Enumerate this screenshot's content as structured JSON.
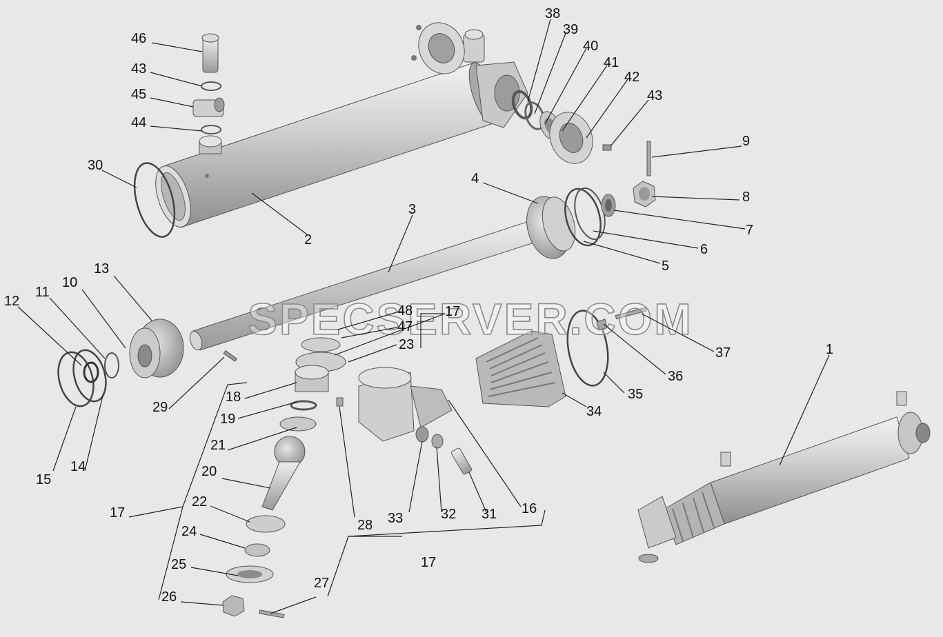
{
  "watermark": "SPECSERVER.COM",
  "labels": {
    "l1": "1",
    "l2": "2",
    "l3": "3",
    "l4": "4",
    "l5": "5",
    "l6": "6",
    "l7": "7",
    "l8": "8",
    "l9": "9",
    "l10": "10",
    "l11": "11",
    "l12": "12",
    "l13": "13",
    "l14": "14",
    "l15": "15",
    "l16": "16",
    "l17a": "17",
    "l17b": "17",
    "l17c": "17",
    "l18": "18",
    "l19": "19",
    "l20": "20",
    "l21": "21",
    "l22": "22",
    "l23": "23",
    "l24": "24",
    "l25": "25",
    "l26": "26",
    "l27": "27",
    "l28": "28",
    "l29": "29",
    "l30": "30",
    "l31": "31",
    "l32": "32",
    "l33": "33",
    "l34": "34",
    "l35": "35",
    "l36": "36",
    "l37": "37",
    "l38": "38",
    "l39": "39",
    "l40": "40",
    "l41": "41",
    "l42": "42",
    "l43a": "43",
    "l43b": "43",
    "l44": "44",
    "l45": "45",
    "l46": "46",
    "l47": "47",
    "l48": "48"
  },
  "colors": {
    "background": "#e8e8e8",
    "part": "#cfcfcf",
    "part_dark": "#9a9a9a",
    "outline": "#333333"
  }
}
